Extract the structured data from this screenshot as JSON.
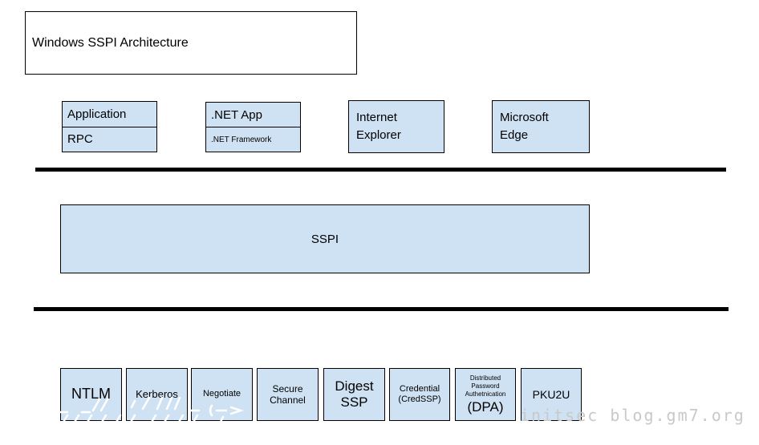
{
  "title": "Windows SSPI Architecture",
  "colors": {
    "box_fill": "#cfe2f3",
    "box_border": "#000000",
    "separator_line": "#000000",
    "watermark_gray": "#c9c9c9"
  },
  "app_layer": {
    "application": {
      "top": "Application",
      "bottom": "RPC"
    },
    "dotnet": {
      "top": ".NET App",
      "bottom": ".NET Framework"
    },
    "internet_explorer": "Internet\nExplorer",
    "microsoft_edge": "Microsoft\nEdge"
  },
  "sspi": {
    "label": "SSPI"
  },
  "providers": [
    {
      "label": "NTLM"
    },
    {
      "label": "Kerberos"
    },
    {
      "label": "Negotiate"
    },
    {
      "label": "Secure\nChannel"
    },
    {
      "label": "Digest\nSSP"
    },
    {
      "label": "Credential\n(CredSSP)"
    },
    {
      "label": "Distributed\nPassword\nAuthetnication",
      "sublabel": "(DPA)"
    },
    {
      "label": "PKU2U"
    }
  ],
  "watermark": "initsec blog.gm7.org"
}
